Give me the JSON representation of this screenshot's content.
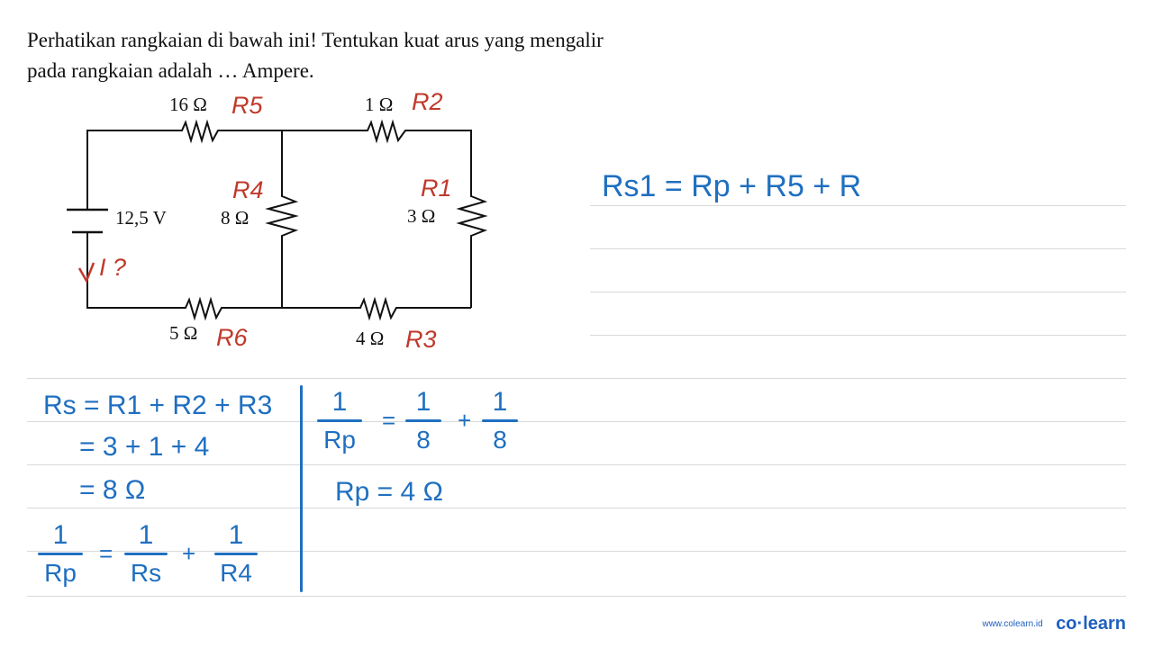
{
  "question": "Perhatikan rangkaian di bawah ini! Tentukan kuat arus yang mengalir pada rangkaian adalah … Ampere.",
  "circuit": {
    "battery": "12,5 V",
    "resistors": [
      {
        "id": "r5",
        "value": "16 Ω",
        "tag": "R5"
      },
      {
        "id": "r2",
        "value": "1 Ω",
        "tag": "R2"
      },
      {
        "id": "r4",
        "value": "8 Ω",
        "tag": "R4"
      },
      {
        "id": "r1",
        "value": "3 Ω",
        "tag": "R1"
      },
      {
        "id": "r6",
        "value": "5 Ω",
        "tag": "R6"
      },
      {
        "id": "r3",
        "value": "4 Ω",
        "tag": "R3"
      }
    ],
    "current_note": "I ?"
  },
  "notes": {
    "rs1_equation": "Rs1 = Rp + R5 + R",
    "rs_line1": "Rs = R1 + R2 + R3",
    "rs_line2": "= 3 + 1 + 4",
    "rs_line3": "= 8 Ω",
    "rp_frac_left": {
      "lhs_num": "1",
      "lhs_den": "Rp",
      "eq": "=",
      "a_num": "1",
      "a_den": "Rs",
      "plus": "+",
      "b_num": "1",
      "b_den": "R4"
    },
    "rp_frac_right": {
      "lhs_num": "1",
      "lhs_den": "Rp",
      "eq": "=",
      "a_num": "1",
      "a_den": "8",
      "plus": "+",
      "b_num": "1",
      "b_den": "8"
    },
    "rp_result": "Rp = 4 Ω"
  },
  "brand": {
    "site": "www.colearn.id",
    "logo": "co·learn"
  },
  "colors": {
    "ink_blue": "#1f6fc0",
    "ink_red": "#c0392b",
    "rule": "#d9d9d9"
  }
}
